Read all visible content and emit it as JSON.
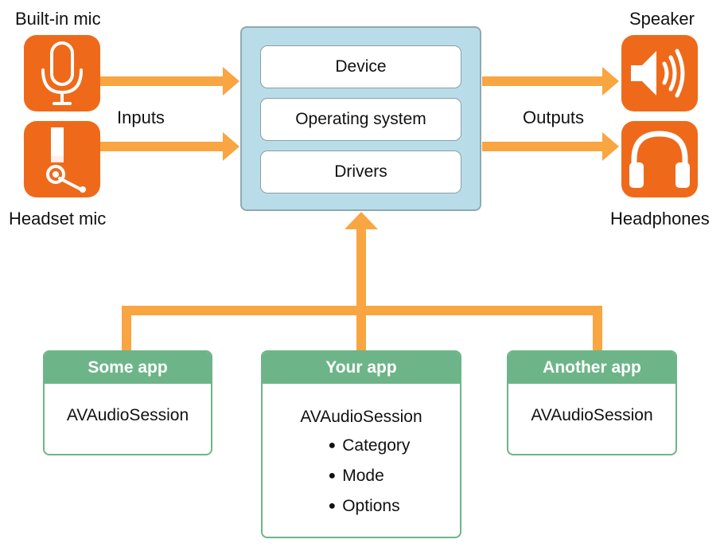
{
  "colors": {
    "arrow": "#f9a541",
    "icon_tile": "#ee6a1a",
    "system_box": "#b9dde8",
    "app_header": "#6db588"
  },
  "inputs": {
    "label": "Inputs",
    "builtin_mic": {
      "label": "Built-in mic",
      "icon": "microphone-icon"
    },
    "headset_mic": {
      "label": "Headset mic",
      "icon": "headset-mic-icon"
    }
  },
  "outputs": {
    "label": "Outputs",
    "speaker": {
      "label": "Speaker",
      "icon": "speaker-icon"
    },
    "headphones": {
      "label": "Headphones",
      "icon": "headphones-icon"
    }
  },
  "system": {
    "rows": [
      "Device",
      "Operating system",
      "Drivers"
    ]
  },
  "apps": {
    "some_app": {
      "title": "Some app",
      "body": "AVAudioSession"
    },
    "your_app": {
      "title": "Your app",
      "body": "AVAudioSession",
      "bullets": [
        "Category",
        "Mode",
        "Options"
      ]
    },
    "another_app": {
      "title": "Another app",
      "body": "AVAudioSession"
    }
  }
}
